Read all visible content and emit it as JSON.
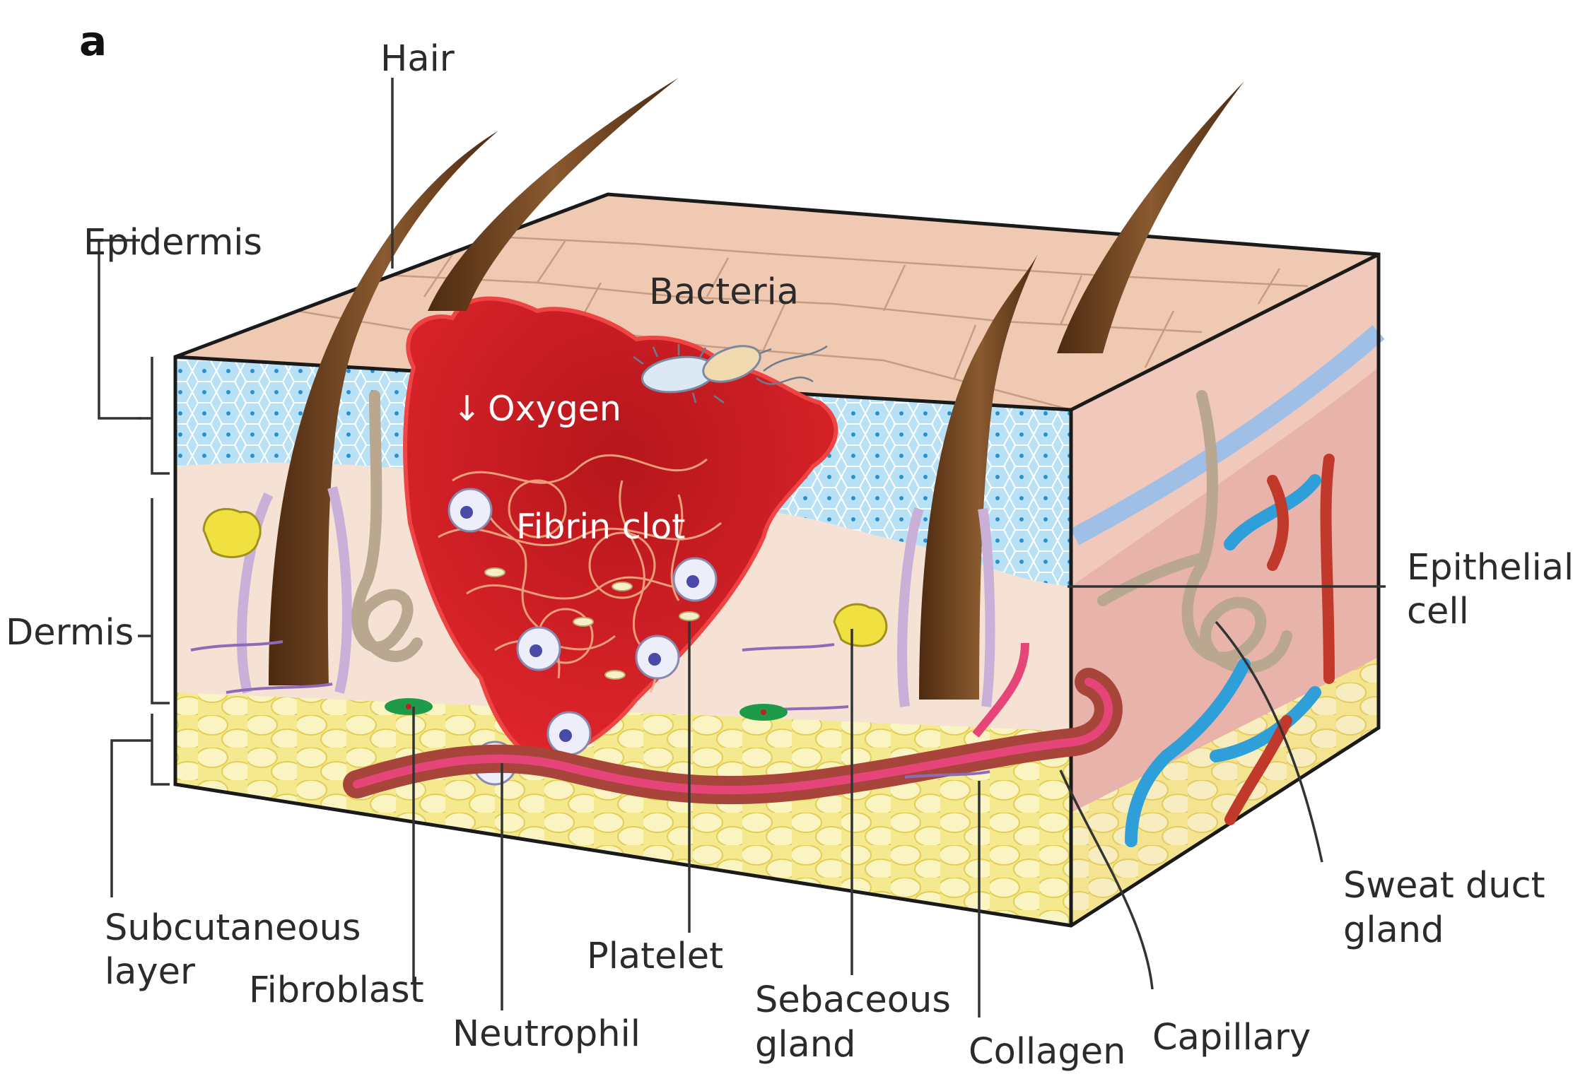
{
  "panel_letter": "a",
  "labels": {
    "hair": "Hair",
    "epidermis": "Epidermis",
    "dermis": "Dermis",
    "subcutaneous_line1": "Subcutaneous",
    "subcutaneous_line2": "layer",
    "bacteria": "Bacteria",
    "oxygen": "Oxygen",
    "fibrin_clot": "Fibrin clot",
    "epithelial_line1": "Epithelial",
    "epithelial_line2": "cell",
    "fibroblast": "Fibroblast",
    "neutrophil": "Neutrophil",
    "platelet": "Platelet",
    "sebaceous_line1": "Sebaceous",
    "sebaceous_line2": "gland",
    "collagen": "Collagen",
    "capillary": "Capillary",
    "sweat_line1": "Sweat duct",
    "sweat_line2": "gland"
  },
  "colors": {
    "skin_surface": "#efc9b2",
    "epidermis_cells": "#a9d8f2",
    "dermis": "#f6e2d4",
    "fat": "#f3e58a",
    "side_face": "#e8b3aa",
    "wound": "#d81f26",
    "hair": "#6b3f1a",
    "capillary_red": "#c0392b",
    "vein_blue": "#2e9fd8"
  }
}
